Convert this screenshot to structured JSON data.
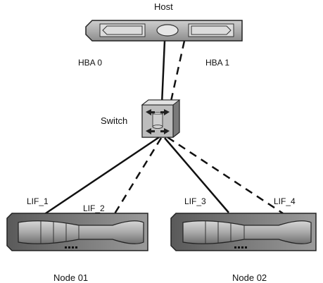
{
  "host": {
    "title": "Host"
  },
  "hba": {
    "hba0": "HBA 0",
    "hba1": "HBA 1"
  },
  "switch": {
    "label": "Switch"
  },
  "lifs": {
    "lif1": "LIF_1",
    "lif2": "LIF_2",
    "lif3": "LIF_3",
    "lif4": "LIF_4"
  },
  "nodes": {
    "node1": "Node 01",
    "node2": "Node 02"
  }
}
